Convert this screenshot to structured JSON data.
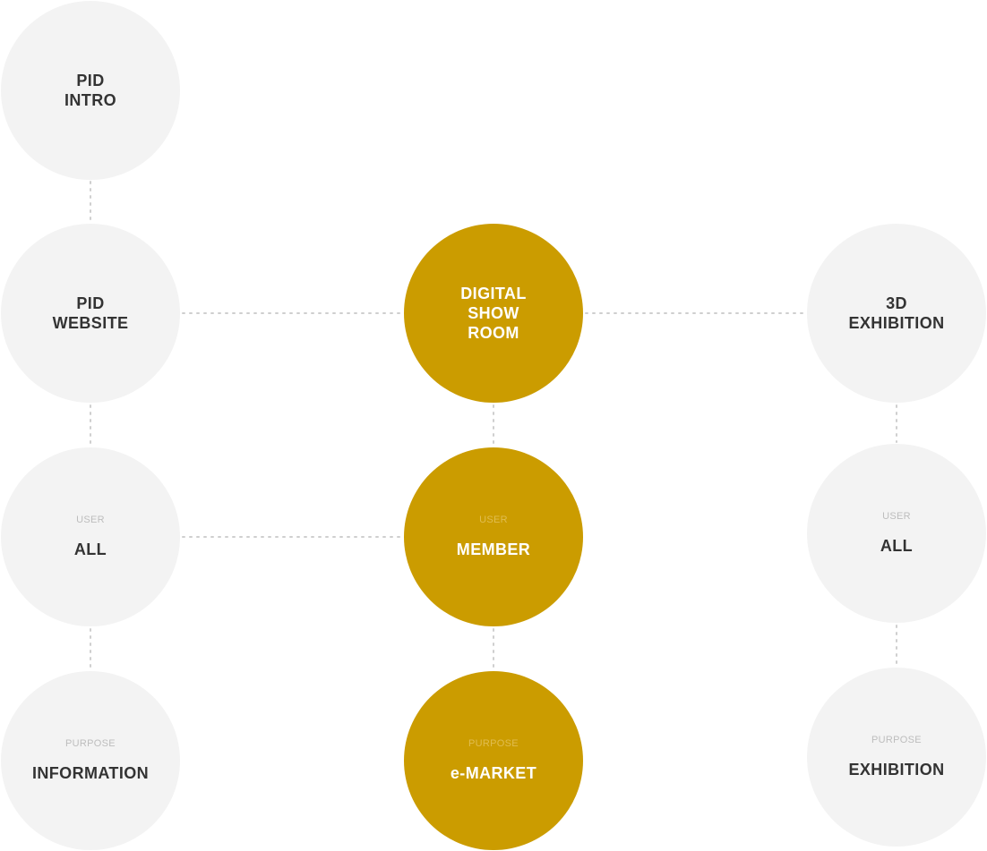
{
  "theme": {
    "circle_gray": "#f3f3f3",
    "circle_gold": "#cb9c00",
    "title_dark": "#333333",
    "title_light": "#ffffff",
    "caption_gray": "#bdbdbd",
    "caption_gold": "#e0bd50",
    "connector": "#cfcfcf"
  },
  "nodes": {
    "pid_intro": {
      "title": "PID\nINTRO"
    },
    "pid_website": {
      "title": "PID\nWEBSITE"
    },
    "digital_show_room": {
      "title": "DIGITAL\nSHOW\nROOM"
    },
    "exhibition_3d": {
      "title": "3D\nEXHIBITION"
    },
    "user_all_left": {
      "caption": "USER",
      "title": "ALL"
    },
    "user_member": {
      "caption": "USER",
      "title": "MEMBER"
    },
    "user_all_right": {
      "caption": "USER",
      "title": "ALL"
    },
    "purpose_information": {
      "caption": "PURPOSE",
      "title": "INFORMATION"
    },
    "purpose_emarket": {
      "caption": "PURPOSE",
      "title": "e-MARKET"
    },
    "purpose_exhibition": {
      "caption": "PURPOSE",
      "title": "EXHIBITION"
    }
  }
}
